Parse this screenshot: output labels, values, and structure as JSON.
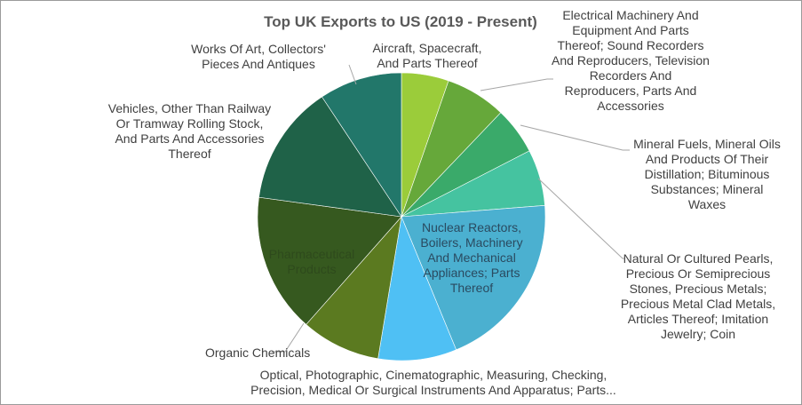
{
  "chart_data": {
    "type": "pie",
    "title": "Top UK Exports to US (2019 - Present)",
    "slices": [
      {
        "label": "Aircraft, Spacecraft, And Parts Thereof",
        "value": 5.3,
        "color": "#9bcc3a"
      },
      {
        "label": "Electrical Machinery And Equipment And Parts Thereof; Sound Recorders And Reproducers, Television Recorders And Reproducers, Parts And Accessories",
        "value": 6.8,
        "color": "#66a83a"
      },
      {
        "label": "Mineral Fuels, Mineral Oils And Products Of Their Distillation; Bituminous Substances; Mineral Waxes",
        "value": 5.3,
        "color": "#3aaa6a"
      },
      {
        "label": "Natural Or Cultured Pearls, Precious Or Semiprecious Stones, Precious Metals; Precious Metal Clad Metals, Articles Thereof; Imitation Jewelry; Coin",
        "value": 6.3,
        "color": "#45c3a0"
      },
      {
        "label": "Nuclear Reactors, Boilers, Machinery And Mechanical Appliances; Parts Thereof",
        "value": 20.0,
        "color": "#4bb0d0"
      },
      {
        "label": "Optical, Photographic, Cinematographic, Measuring, Checking, Precision, Medical Or Surgical Instruments And Apparatus; Parts...",
        "value": 8.8,
        "color": "#4fc0f4"
      },
      {
        "label": "Organic Chemicals",
        "value": 8.9,
        "color": "#5b7a20"
      },
      {
        "label": "Pharmaceutical Products",
        "value": 15.6,
        "color": "#36591f"
      },
      {
        "label": "Vehicles, Other Than Railway Or Tramway Rolling Stock, And Parts And Accessories Thereof",
        "value": 13.5,
        "color": "#1f6248"
      },
      {
        "label": "Works Of Art, Collectors' Pieces And Antiques",
        "value": 9.3,
        "color": "#22776a"
      }
    ],
    "legend": "none"
  }
}
